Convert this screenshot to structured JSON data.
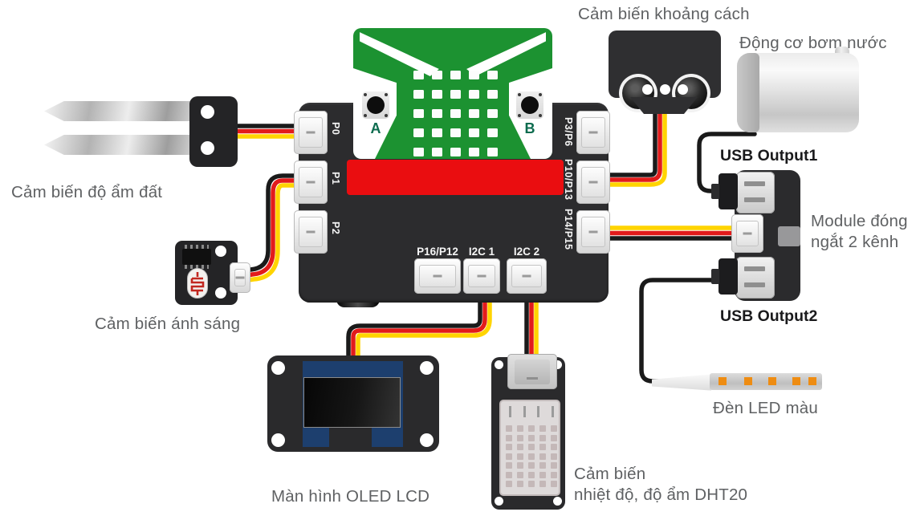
{
  "labels": {
    "soil_sensor": "Cảm biến độ ẩm đất",
    "light_sensor": "Cảm biến ánh sáng",
    "distance_sensor": "Cảm biến khoảng cách",
    "water_pump": "Động cơ bơm nước",
    "usb_output1": "USB Output1",
    "usb_output2": "USB Output2",
    "relay_module_line1": "Module đóng",
    "relay_module_line2": "ngắt 2 kênh",
    "led_strip": "Đèn LED màu",
    "oled_display": "Màn hình OLED LCD",
    "dht_line1": "Cảm biến",
    "dht_line2": "nhiệt độ, độ ẩm DHT20"
  },
  "board": {
    "ports_left": [
      {
        "label": "P0"
      },
      {
        "label": "P1"
      },
      {
        "label": "P2"
      }
    ],
    "ports_right": [
      {
        "label": "P3/P6"
      },
      {
        "label": "P10/P13"
      },
      {
        "label": "P14/P15"
      }
    ],
    "ports_bottom": [
      {
        "label": "P16/P12"
      },
      {
        "label": "I2C 1"
      },
      {
        "label": "I2C 2"
      }
    ],
    "microbit_buttons": {
      "a": "A",
      "b": "B"
    }
  },
  "colors": {
    "wire_black": "#1a1a1a",
    "wire_red": "#e21b1b",
    "wire_yellow": "#ffd400",
    "microbit_green": "#1c9231",
    "microbit_dark_green": "#0b6b4e",
    "edge_connector_red": "#ea0d10",
    "board_black": "#2c2c2e",
    "label_gray": "#5f6163",
    "label_black": "#1a1a1c",
    "led_orange": "#ee8c12"
  }
}
